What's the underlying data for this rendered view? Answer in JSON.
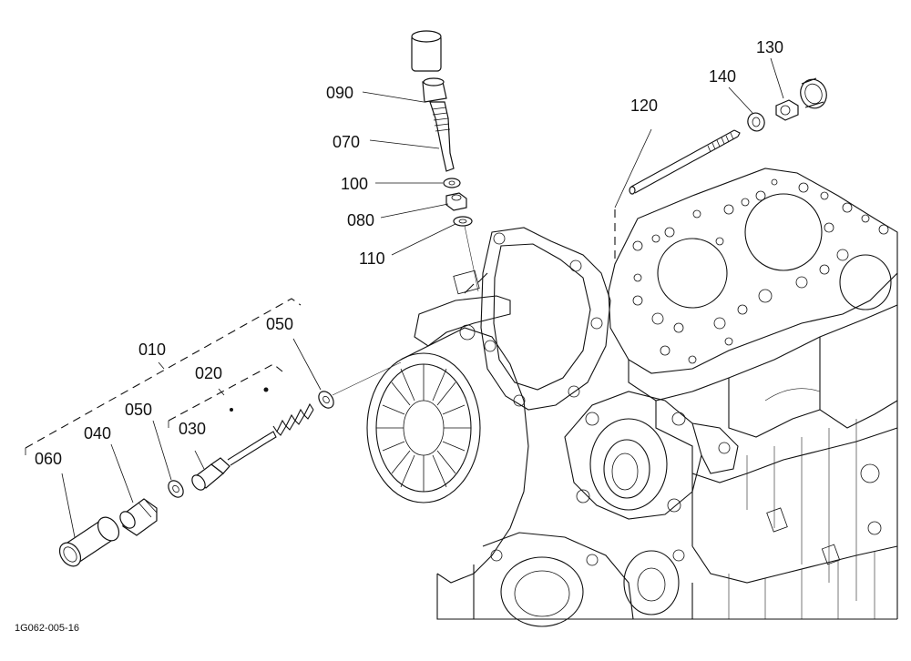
{
  "drawing_number": "1G062-005-16",
  "part_labels": {
    "p010": "010",
    "p020": "020",
    "p030": "030",
    "p040": "040",
    "p050a": "050",
    "p050b": "050",
    "p060": "060",
    "p070": "070",
    "p080": "080",
    "p090": "090",
    "p100": "100",
    "p110": "110",
    "p120": "120",
    "p130": "130",
    "p140": "140"
  }
}
